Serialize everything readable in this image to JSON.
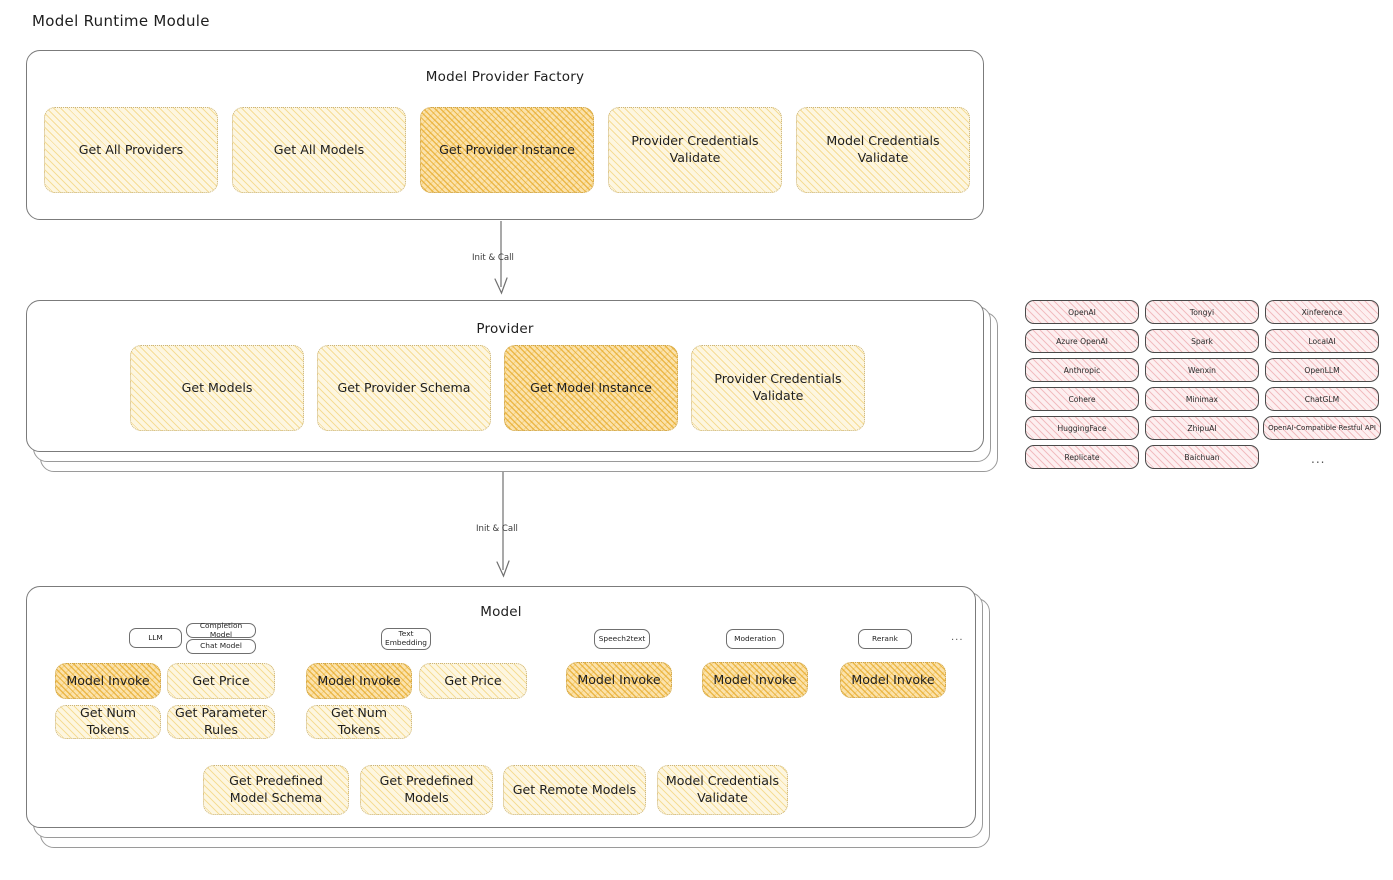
{
  "page": {
    "title": "Model Runtime Module"
  },
  "colors": {
    "highlight_fill": "#fbe2ab",
    "normal_fill": "#fdf6e0",
    "provider_fill": "#fdeff0",
    "chip_fill": "#e8f2fb",
    "panel_border": "#7b7b7b",
    "text": "#1e1e1e"
  },
  "factory": {
    "title": "Model Provider Factory",
    "nodes": [
      {
        "label": "Get All Providers",
        "highlight": false
      },
      {
        "label": "Get All Models",
        "highlight": false
      },
      {
        "label": "Get Provider Instance",
        "highlight": true
      },
      {
        "label": "Provider Credentials Validate",
        "highlight": false
      },
      {
        "label": "Model Credentials Validate",
        "highlight": false
      }
    ]
  },
  "arrows": [
    {
      "label": "Init & Call"
    },
    {
      "label": "Init & Call"
    }
  ],
  "provider": {
    "title": "Provider",
    "nodes": [
      {
        "label": "Get Models",
        "highlight": false
      },
      {
        "label": "Get Provider Schema",
        "highlight": false
      },
      {
        "label": "Get Model Instance",
        "highlight": true
      },
      {
        "label": "Provider Credentials Validate",
        "highlight": false
      }
    ]
  },
  "provider_list": {
    "ellipsis": "...",
    "columns": [
      {
        "items": [
          "OpenAI",
          "Azure OpenAI",
          "Anthropic",
          "Cohere",
          "HuggingFace",
          "Replicate"
        ]
      },
      {
        "items": [
          "Tongyi",
          "Spark",
          "Wenxin",
          "Minimax",
          "ZhipuAI",
          "Baichuan"
        ]
      },
      {
        "items": [
          "Xinference",
          "LocalAI",
          "OpenLLM",
          "ChatGLM",
          "OpenAI-Compatible Restful API"
        ]
      }
    ]
  },
  "model": {
    "title": "Model",
    "ellipsis": "...",
    "groups": [
      {
        "chip": "LLM",
        "chip_highlight": true,
        "sub_chips": [
          "Completion Model",
          "Chat Model"
        ],
        "nodes": [
          {
            "label": "Model Invoke",
            "highlight": true
          },
          {
            "label": "Get Price",
            "highlight": false
          },
          {
            "label": "Get Num Tokens",
            "highlight": false
          },
          {
            "label": "Get Parameter Rules",
            "highlight": false
          }
        ]
      },
      {
        "chip": "Text\nEmbedding",
        "chip_highlight": false,
        "sub_chips": [],
        "nodes": [
          {
            "label": "Model Invoke",
            "highlight": true
          },
          {
            "label": "Get Price",
            "highlight": false
          },
          {
            "label": "Get Num Tokens",
            "highlight": false
          }
        ]
      },
      {
        "chip": "Speech2text",
        "chip_highlight": false,
        "sub_chips": [],
        "nodes": [
          {
            "label": "Model Invoke",
            "highlight": true
          }
        ]
      },
      {
        "chip": "Moderation",
        "chip_highlight": false,
        "sub_chips": [],
        "nodes": [
          {
            "label": "Model Invoke",
            "highlight": true
          }
        ]
      },
      {
        "chip": "Rerank",
        "chip_highlight": true,
        "sub_chips": [],
        "nodes": [
          {
            "label": "Model Invoke",
            "highlight": true
          }
        ]
      }
    ],
    "shared_nodes": [
      {
        "label": "Get Predefined Model Schema",
        "highlight": false
      },
      {
        "label": "Get Predefined Models",
        "highlight": false
      },
      {
        "label": "Get Remote Models",
        "highlight": false
      },
      {
        "label": "Model Credentials Validate",
        "highlight": false
      }
    ]
  }
}
